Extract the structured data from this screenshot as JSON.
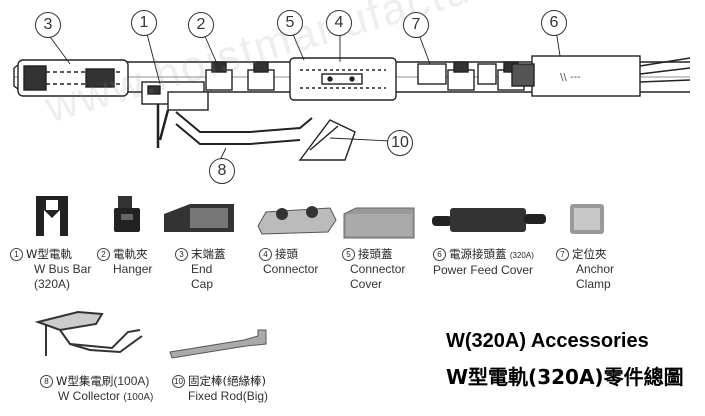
{
  "callouts": [
    "3",
    "1",
    "2",
    "5",
    "4",
    "7",
    "6",
    "10",
    "8"
  ],
  "watermark": "www.hoistmanufacturers.com",
  "parts": [
    {
      "num": "1",
      "zh": "W型電軌",
      "en": "W Bus Bar",
      "extra": "(320A)"
    },
    {
      "num": "2",
      "zh": "電軌夾",
      "en": "Hanger"
    },
    {
      "num": "3",
      "zh": "末端蓋",
      "en": "End",
      "en2": "Cap"
    },
    {
      "num": "4",
      "zh": "接頭",
      "en": "Connector"
    },
    {
      "num": "5",
      "zh": "接頭蓋",
      "en": "Connector",
      "en2": "Cover"
    },
    {
      "num": "6",
      "zh": "電源接頭蓋",
      "suffix": "(320A)",
      "en": "Power Feed Cover"
    },
    {
      "num": "7",
      "zh": "定位夾",
      "en": "Anchor",
      "en2": "Clamp"
    },
    {
      "num": "8",
      "zh": "W型集電刷",
      "suffix": "(100A)",
      "en": "W Collector",
      "en_suffix": "(100A)"
    },
    {
      "num": "10",
      "zh": "固定棒(絕緣棒)",
      "en": "Fixed Rod(Big)"
    }
  ],
  "title": {
    "line1": "W(320A) Accessories",
    "line2": "W型電軌(320A)零件總圖"
  }
}
